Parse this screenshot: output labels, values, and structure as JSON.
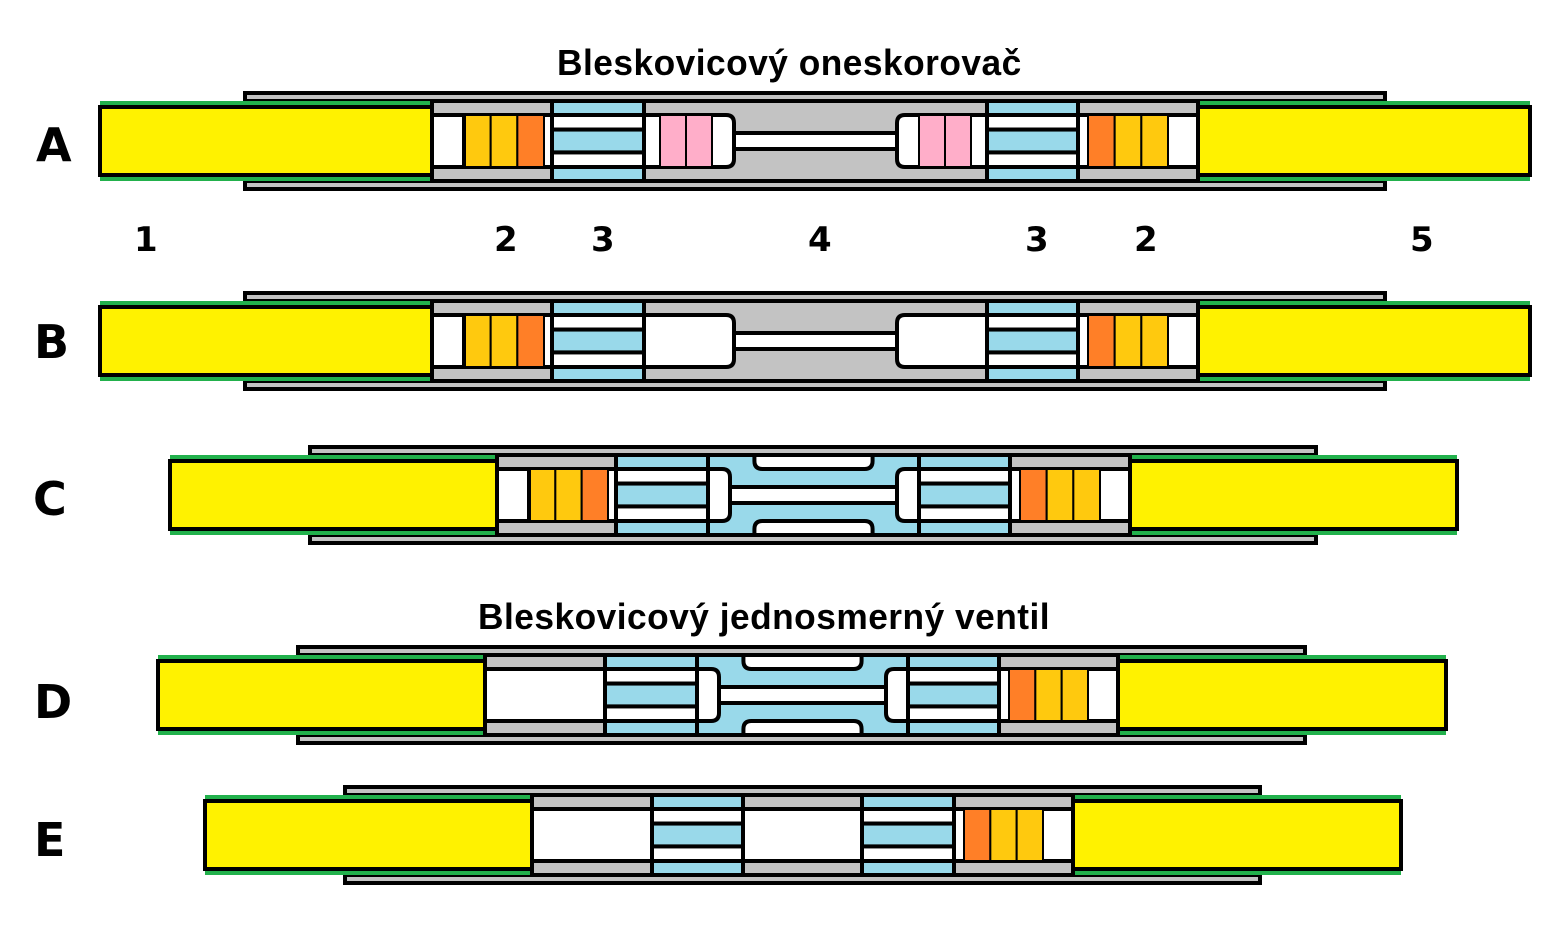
{
  "titles": {
    "delay": "Bleskovicový oneskorovač",
    "valve": "Bleskovicový jednosmerný ventil"
  },
  "row_labels": [
    "A",
    "B",
    "C",
    "D",
    "E"
  ],
  "part_numbers": [
    "1",
    "2",
    "3",
    "4",
    "3",
    "2",
    "5"
  ],
  "colors": {
    "cord_core": "#FFF200",
    "cord_sheath": "#22B14C",
    "housing": "#C3C3C3",
    "booster": "#99D9EA",
    "charge_yellow": "#FFC90E",
    "charge_orange": "#FF7F27",
    "charge_pink": "#FFAEC9",
    "void": "#FFFFFF",
    "outline": "#000000"
  },
  "rows": [
    {
      "label": "A",
      "description": "delay element, intact",
      "left_charge": [
        "void",
        "charge_yellow",
        "charge_yellow",
        "charge_orange",
        "void"
      ],
      "left_booster": true,
      "center": "delay_tube_pink",
      "right_booster": true,
      "right_charge": [
        "void",
        "charge_orange",
        "charge_yellow",
        "charge_yellow",
        "void"
      ]
    },
    {
      "label": "B",
      "description": "delay element, center burnt",
      "left_charge": [
        "void",
        "charge_yellow",
        "charge_yellow",
        "charge_orange",
        "void"
      ],
      "left_booster": true,
      "center": "delay_tube_empty",
      "right_booster": true,
      "right_charge": [
        "void",
        "charge_orange",
        "charge_yellow",
        "charge_yellow",
        "void"
      ]
    },
    {
      "label": "C",
      "description": "delay element, booster center",
      "left_charge": [
        "void",
        "charge_yellow",
        "charge_yellow",
        "charge_orange",
        "void"
      ],
      "left_booster": true,
      "center": "booster_tube",
      "right_booster": true,
      "right_charge": [
        "void",
        "charge_orange",
        "charge_yellow",
        "charge_yellow",
        "void"
      ]
    },
    {
      "label": "D",
      "description": "one-way valve",
      "left_charge": [
        "void"
      ],
      "left_booster": true,
      "center": "booster_tube",
      "right_booster": true,
      "right_charge": [
        "void",
        "charge_orange",
        "charge_yellow",
        "charge_yellow",
        "void"
      ]
    },
    {
      "label": "E",
      "description": "one-way valve, fired",
      "left_charge": [
        "void"
      ],
      "left_booster": true,
      "center": "empty",
      "right_booster": true,
      "right_charge": [
        "void",
        "charge_orange",
        "charge_yellow",
        "charge_yellow",
        "void"
      ]
    }
  ]
}
